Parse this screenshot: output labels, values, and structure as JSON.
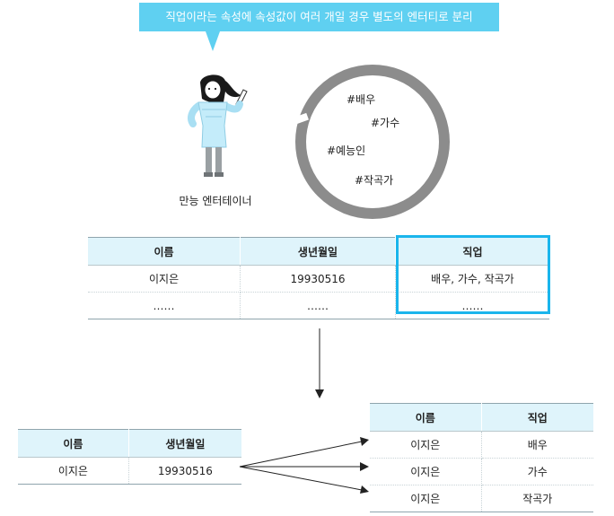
{
  "callout": {
    "text": "직업이라는 속성에 속성값이 여러 개일 경우 별도의 엔터티로 분리"
  },
  "person": {
    "caption": "만능 엔터테이너"
  },
  "tags": [
    "#배우",
    "#가수",
    "#예능인",
    "#작곡가"
  ],
  "top_table": {
    "headers": [
      "이름",
      "생년월일",
      "직업"
    ],
    "rows": [
      [
        "이지은",
        "19930516",
        "배우, 가수, 작곡가"
      ],
      [
        "……",
        "……",
        "……"
      ]
    ]
  },
  "left_table": {
    "headers": [
      "이름",
      "생년월일"
    ],
    "rows": [
      [
        "이지은",
        "19930516"
      ]
    ]
  },
  "right_table": {
    "headers": [
      "이름",
      "직업"
    ],
    "rows": [
      [
        "이지은",
        "배우"
      ],
      [
        "이지은",
        "가수"
      ],
      [
        "이지은",
        "작곡가"
      ]
    ]
  },
  "colors": {
    "accent": "#1ab5ec",
    "callout": "#5fd0f1",
    "header_bg": "#dff4fb",
    "ring": "#8c8c8c"
  }
}
